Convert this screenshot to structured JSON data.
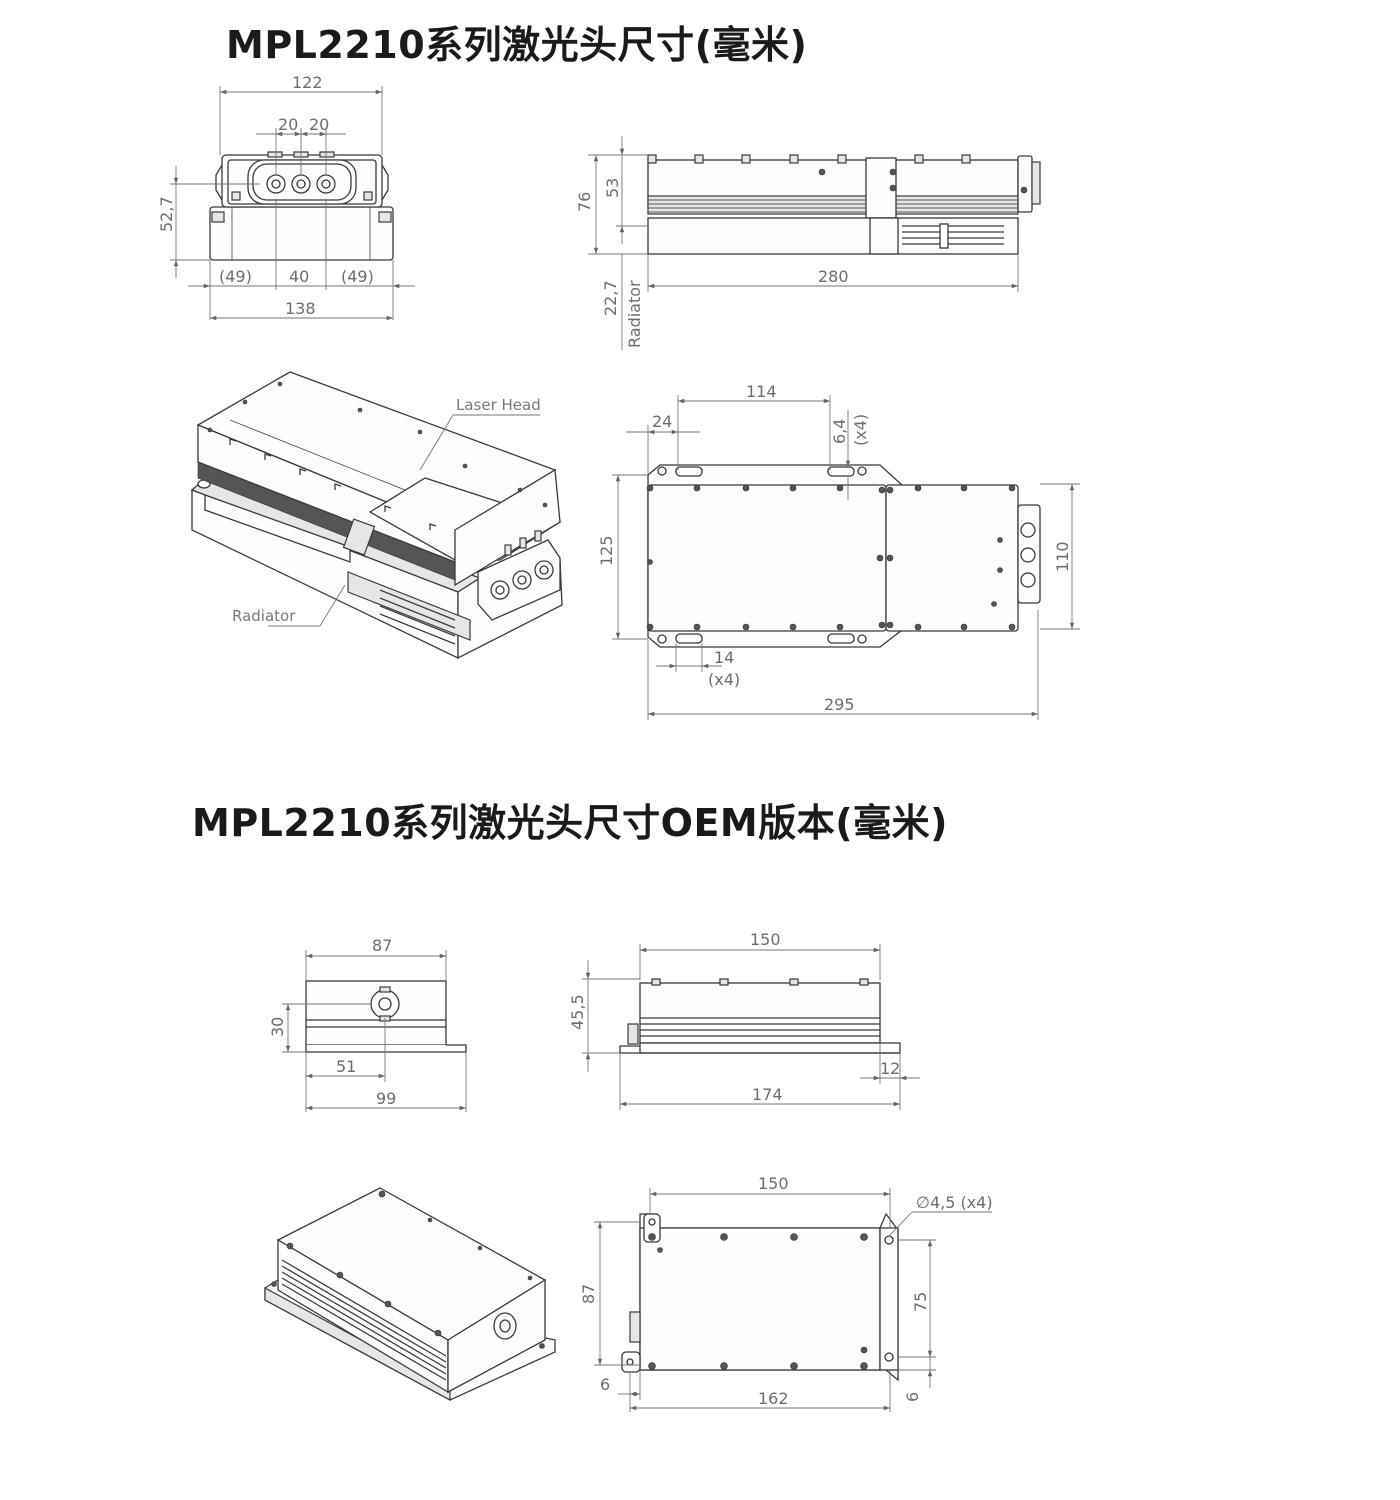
{
  "titles": {
    "section1": "MPL2210系列激光头尺寸(毫米)",
    "section2": "MPL2210系列激光头尺寸OEM版本(毫米)"
  },
  "labels": {
    "laser_head": "Laser Head",
    "radiator": "Radiator"
  },
  "dims": {
    "w122": "122",
    "d20a": "20",
    "d20b": "20",
    "h527": "52,7",
    "d49a": "(49)",
    "d40": "40",
    "d49b": "(49)",
    "w138": "138",
    "h76": "76",
    "h53": "53",
    "h227": "22,7",
    "radiator_side": "Radiator",
    "w280": "280",
    "w114": "114",
    "d24": "24",
    "d64": "6,4",
    "x4a": "(x4)",
    "h125": "125",
    "h110": "110",
    "d14": "14",
    "x4b": "(x4)",
    "w295": "295",
    "w87": "87",
    "h30": "30",
    "d51": "51",
    "w99": "99",
    "w150a": "150",
    "h455": "45,5",
    "w174": "174",
    "d12": "12",
    "w150b": "150",
    "hole": "∅4,5 (x4)",
    "h87": "87",
    "h75": "75",
    "d6a": "6",
    "d6b": "6",
    "w162": "162"
  }
}
